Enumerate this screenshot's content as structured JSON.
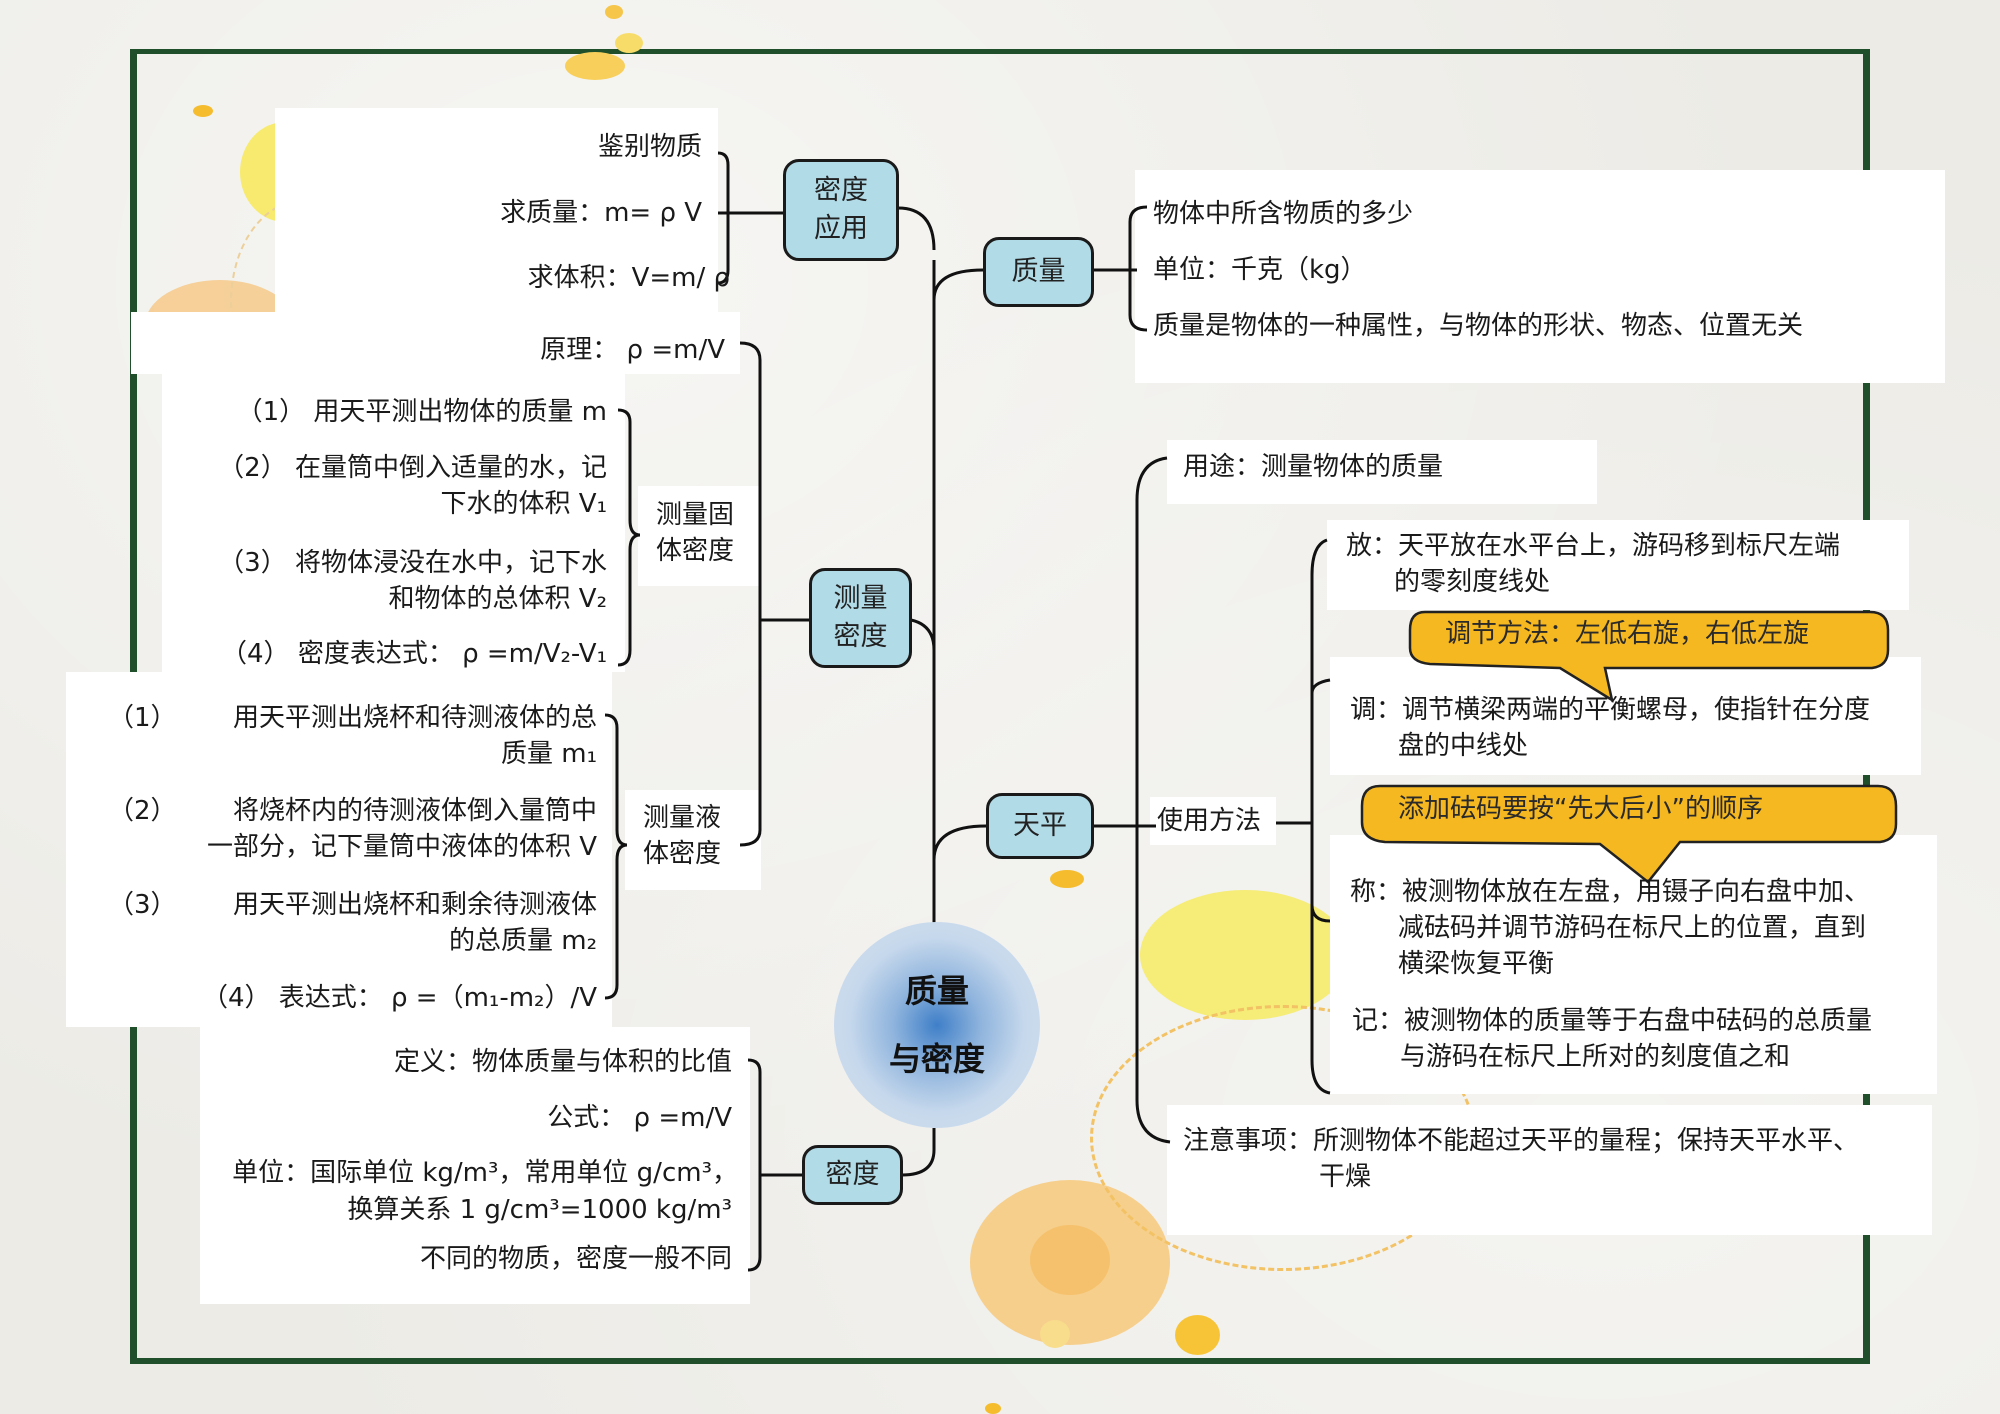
{
  "center": {
    "line1": "质量",
    "line2": "与密度"
  },
  "colors": {
    "node_fill": "#b2dbe8",
    "frame": "#1f4f2b",
    "callout": "#f5b820",
    "center_glow": "#3f7fc8"
  },
  "density_application": {
    "node": {
      "line1": "密度",
      "line2": "应用"
    },
    "items": [
      "鉴别物质",
      "求质量：m= ρ V",
      "求体积：V=m/ ρ"
    ]
  },
  "measure_density": {
    "node": {
      "line1": "测量",
      "line2": "密度"
    },
    "principle": "原理： ρ =m/V",
    "solid": {
      "label": {
        "line1": "测量固",
        "line2": "体密度"
      },
      "steps": [
        {
          "num": "（1）",
          "lines": [
            "用天平测出物体的质量 m"
          ]
        },
        {
          "num": "（2）",
          "lines": [
            "在量筒中倒入适量的水，记",
            "下水的体积 V₁"
          ]
        },
        {
          "num": "（3）",
          "lines": [
            "将物体浸没在水中，记下水",
            "和物体的总体积 V₂"
          ]
        },
        {
          "num": "（4）",
          "lines": [
            "密度表达式： ρ =m/V₂-V₁"
          ]
        }
      ]
    },
    "liquid": {
      "label": {
        "line1": "测量液",
        "line2": "体密度"
      },
      "steps": [
        {
          "num": "（1）",
          "lines": [
            "用天平测出烧杯和待测液体的总",
            "质量 m₁"
          ]
        },
        {
          "num": "（2）",
          "lines": [
            "将烧杯内的待测液体倒入量筒中",
            "一部分，记下量筒中液体的体积 V"
          ]
        },
        {
          "num": "（3）",
          "lines": [
            "用天平测出烧杯和剩余待测液体",
            "的总质量 m₂"
          ]
        },
        {
          "num": "（4）",
          "lines": [
            "表达式： ρ =（m₁-m₂）/V"
          ]
        }
      ]
    }
  },
  "density": {
    "node": "密度",
    "items": [
      "定义：物体质量与体积的比值",
      "公式： ρ =m/V",
      "单位：国际单位 kg/m³，常用单位 g/cm³，",
      "换算关系 1 g/cm³=1000 kg/m³",
      "不同的物质，密度一般不同"
    ]
  },
  "mass": {
    "node": "质量",
    "items": [
      "物体中所含物质的多少",
      "单位：千克（kg）",
      "质量是物体的一种属性，与物体的形状、物态、位置无关"
    ]
  },
  "balance": {
    "node": "天平",
    "use": "用途：测量物体的质量",
    "method_label": "使用方法",
    "steps": [
      {
        "lines": [
          "放：天平放在水平台上，游码移到标尺左端",
          "的零刻度线处"
        ]
      },
      {
        "lines": [
          "调：调节横梁两端的平衡螺母，使指针在分度",
          "盘的中线处"
        ]
      },
      {
        "lines": [
          "称：被测物体放在左盘，用镊子向右盘中加、",
          "减砝码并调节游码在标尺上的位置，直到",
          "横梁恢复平衡"
        ]
      },
      {
        "lines": [
          "记：被测物体的质量等于右盘中砝码的总质量",
          "与游码在标尺上所对的刻度值之和"
        ]
      }
    ],
    "callouts": [
      "调节方法：左低右旋，右低左旋",
      "添加砝码要按“先大后小”的顺序"
    ],
    "notes": [
      "注意事项：所测物体不能超过天平的量程；保持天平水平、",
      "干燥"
    ]
  }
}
